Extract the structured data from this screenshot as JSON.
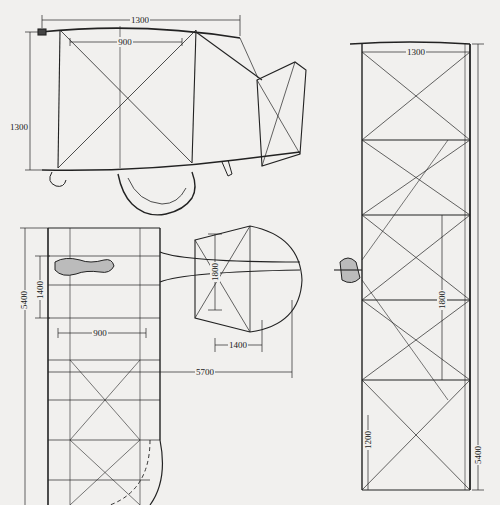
{
  "diagram": {
    "labels": [
      "1300",
      "900",
      "1300",
      "5400",
      "1400",
      "900",
      "1800",
      "1400",
      "5700",
      "1300",
      "1800",
      "5400",
      "1200"
    ]
  }
}
